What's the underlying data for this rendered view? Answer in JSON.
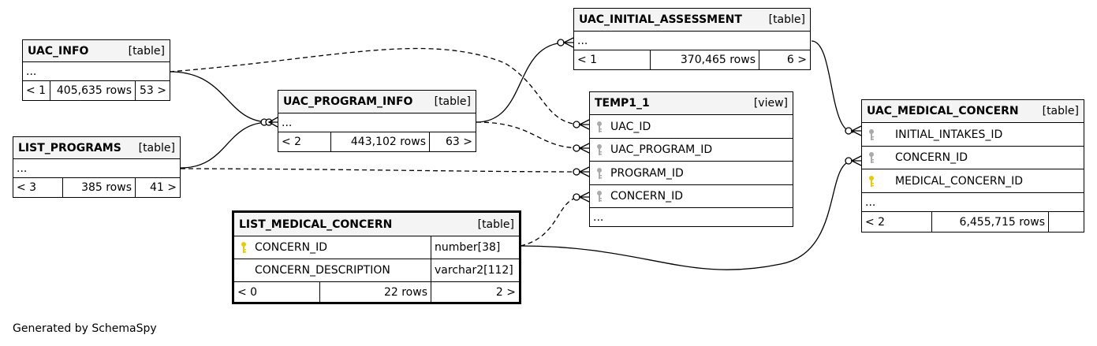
{
  "colors": {
    "primary_key": "#e6cc00",
    "foreign_key": "#aaaaaa",
    "header_bg": "#f4f4f4"
  },
  "tables": {
    "uac_info": {
      "name": "UAC_INFO",
      "kind": "[table]",
      "more": "...",
      "stats": {
        "parents": "< 1",
        "rows": "405,635 rows",
        "children": "53 >"
      }
    },
    "list_programs": {
      "name": "LIST_PROGRAMS",
      "kind": "[table]",
      "more": "...",
      "stats": {
        "parents": "< 3",
        "rows": "385 rows",
        "children": "41 >"
      }
    },
    "uac_program_info": {
      "name": "UAC_PROGRAM_INFO",
      "kind": "[table]",
      "more": "...",
      "stats": {
        "parents": "< 2",
        "rows": "443,102 rows",
        "children": "63 >"
      }
    },
    "uac_initial_assessment": {
      "name": "UAC_INITIAL_ASSESSMENT",
      "kind": "[table]",
      "more": "...",
      "stats": {
        "parents": "< 1",
        "rows": "370,465 rows",
        "children": "6 >"
      }
    },
    "temp1_1": {
      "name": "TEMP1_1",
      "kind": "[view]",
      "more": "...",
      "columns": [
        {
          "name": "UAC_ID",
          "icon": "foreign-key-icon"
        },
        {
          "name": "UAC_PROGRAM_ID",
          "icon": "foreign-key-icon"
        },
        {
          "name": "PROGRAM_ID",
          "icon": "foreign-key-icon"
        },
        {
          "name": "CONCERN_ID",
          "icon": "foreign-key-icon"
        }
      ]
    },
    "uac_medical_concern": {
      "name": "UAC_MEDICAL_CONCERN",
      "kind": "[table]",
      "more": "...",
      "columns": [
        {
          "name": "INITIAL_INTAKES_ID",
          "icon": "foreign-key-icon"
        },
        {
          "name": "CONCERN_ID",
          "icon": "foreign-key-icon"
        },
        {
          "name": "MEDICAL_CONCERN_ID",
          "icon": "primary-key-icon"
        }
      ],
      "stats": {
        "parents": "< 2",
        "rows": "6,455,715 rows",
        "children": ""
      }
    },
    "list_medical_concern": {
      "name": "LIST_MEDICAL_CONCERN",
      "kind": "[table]",
      "columns": [
        {
          "name": "CONCERN_ID",
          "type": "number[38]",
          "icon": "primary-key-icon"
        },
        {
          "name": "CONCERN_DESCRIPTION",
          "type": "varchar2[112]",
          "icon": ""
        }
      ],
      "stats": {
        "parents": "< 0",
        "rows": "22 rows",
        "children": "2 >"
      }
    }
  },
  "footer": "Generated by SchemaSpy"
}
